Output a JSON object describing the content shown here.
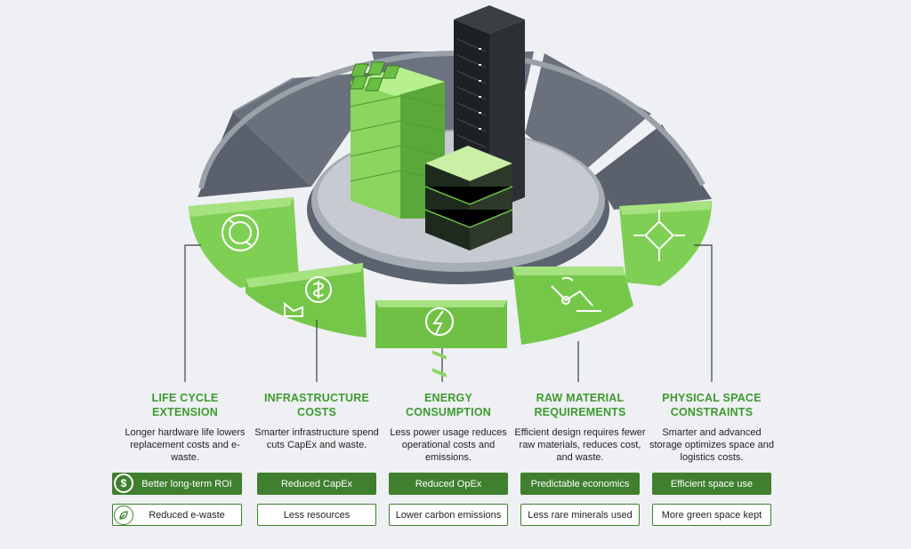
{
  "colors": {
    "accent_green": "#3d9a2f",
    "dark_green": "#3f7f2e",
    "light_green": "#7fcf55",
    "ring_gray": "#5d6470",
    "server_dark": "#1e2124"
  },
  "icons": [
    "cycle-icon",
    "dollar-factory-icon",
    "energy-bolt-icon",
    "robot-arm-icon",
    "compress-arrows-icon"
  ],
  "columns": [
    {
      "title_line1": "LIFE CYCLE",
      "title_line2": "EXTENSION",
      "desc": "Longer hardware life lowers replacement costs and e-waste.",
      "pill_primary": "Better long-term ROI",
      "pill_secondary": "Reduced e-waste",
      "primary_icon": "dollar-icon",
      "secondary_icon": "leaf-icon",
      "primary_icon_text": "$"
    },
    {
      "title_line1": "INFRASTRUCTURE",
      "title_line2": "COSTS",
      "desc": "Smarter infrastructure spend cuts CapEx and waste.",
      "pill_primary": "Reduced CapEx",
      "pill_secondary": "Less resources"
    },
    {
      "title_line1": "ENERGY",
      "title_line2": "CONSUMPTION",
      "desc": "Less power usage reduces operational costs and emissions.",
      "pill_primary": "Reduced OpEx",
      "pill_secondary": "Lower carbon emissions"
    },
    {
      "title_line1": "RAW MATERIAL",
      "title_line2": "REQUIREMENTS",
      "desc": "Efficient design requires fewer raw materials, reduces cost, and waste.",
      "pill_primary": "Predictable economics",
      "pill_secondary": "Less rare minerals used"
    },
    {
      "title_line1": "PHYSICAL SPACE",
      "title_line2": "CONSTRAINTS",
      "desc": "Smarter and advanced storage optimizes space and logistics costs.",
      "pill_primary": "Efficient space use",
      "pill_secondary": "More green space kept"
    }
  ]
}
